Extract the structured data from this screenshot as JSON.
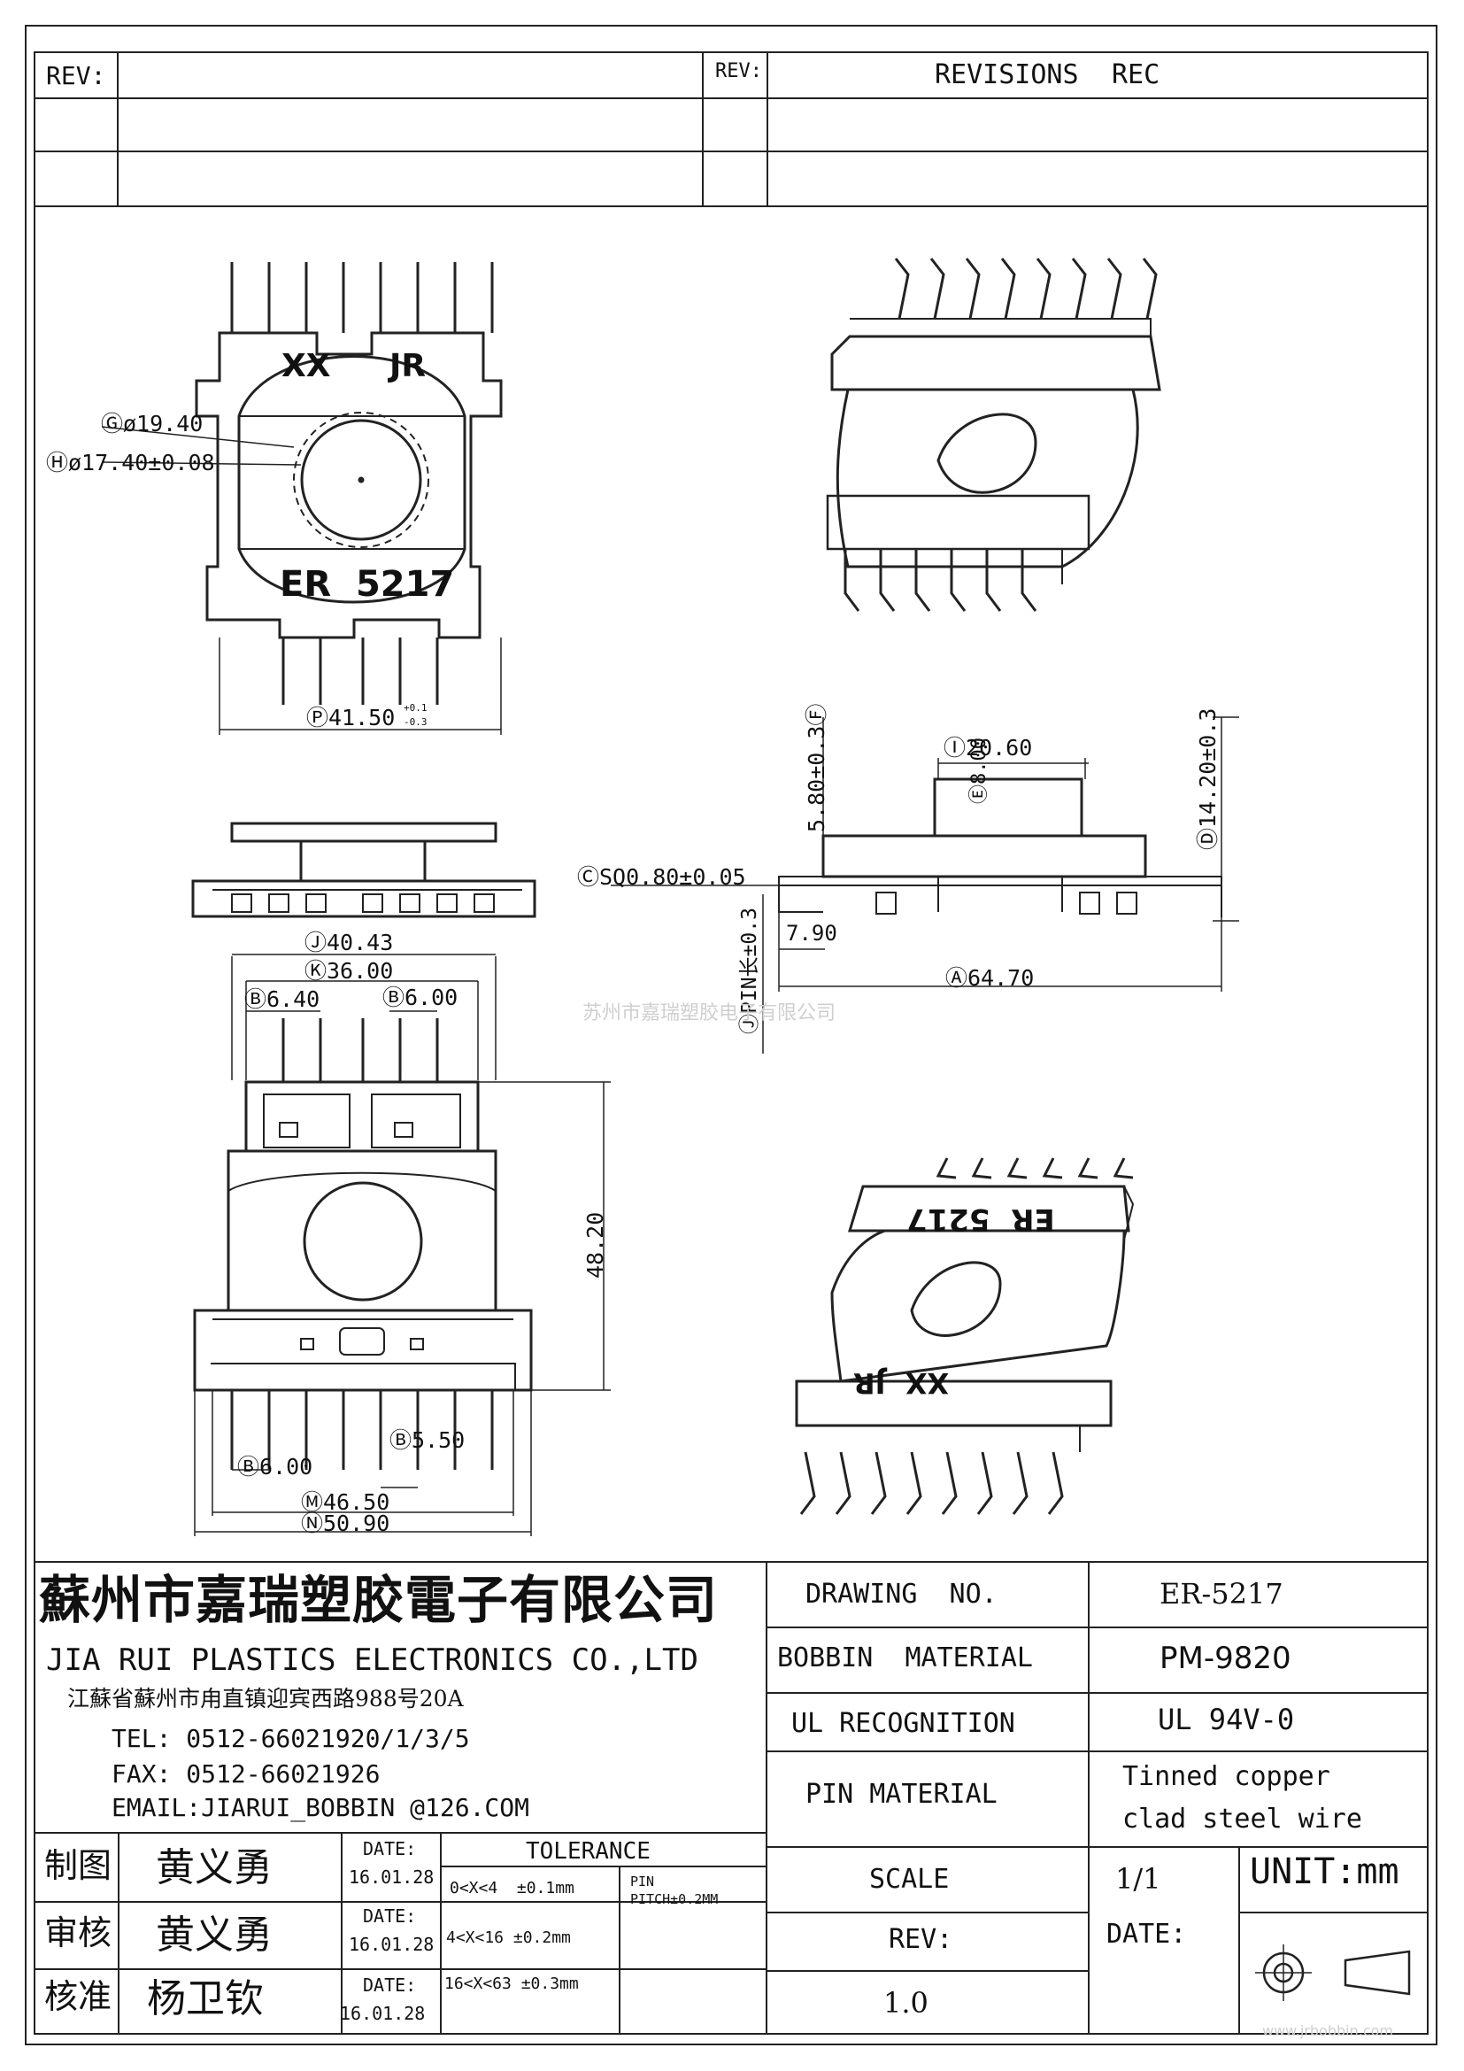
{
  "header": {
    "rev_label_left": "REV:",
    "rev_label_right": "REV:",
    "revisions_label": "REVISIONS",
    "rec_label": "REC"
  },
  "dims": {
    "g": "Ⓖø19.40",
    "h": "Ⓗø17.40±0.08",
    "p": "Ⓟ41.50",
    "p_tol_plus": "+0.1",
    "p_tol_minus": "-0.3",
    "c_sq": "ⒸSQ0.80±0.05",
    "i": "Ⓘ20.60",
    "e": "Ⓔ8.00",
    "f": "5.80±0.3Ⓕ",
    "d": "Ⓓ14.20±0.3",
    "a": "Ⓐ64.70",
    "x790": "7.90",
    "pin": "ⒿPIN长±0.3",
    "j": "Ⓙ40.43",
    "k": "Ⓚ36.00",
    "b1": "Ⓑ6.40",
    "b2": "Ⓑ6.00",
    "h48": "48.20",
    "b3": "Ⓑ6.00",
    "b4": "Ⓑ5.50",
    "m": "Ⓜ46.50",
    "n": "Ⓝ50.90"
  },
  "labels": {
    "xx": "XX",
    "jr": "JR",
    "er5217": "ER  5217",
    "er5217_flip": "ER  5217",
    "xx_jr_flip": "XX  JR"
  },
  "watermark": {
    "small": "苏州市嘉瑞塑胶电子有限公司",
    "bottom_right": "www.jrbobbin.com"
  },
  "company": {
    "name_cn": "蘇州市嘉瑞塑胶電子有限公司",
    "name_en": "JIA RUI PLASTICS ELECTRONICS CO.,LTD",
    "address": "江蘇省蘇州市甪直镇迎宾西路988号20A",
    "tel": "TEL: 0512-66021920/1/3/5",
    "fax": "FAX: 0512-66021926",
    "email": "EMAIL:JIARUI_BOBBIN @126.COM"
  },
  "spec": {
    "drawing_no_label": "DRAWING  NO.",
    "drawing_no": "ER-5217",
    "bobbin_material_label": "BOBBIN  MATERIAL",
    "bobbin_material": "PM-9820",
    "ul_label": "UL RECOGNITION",
    "ul_value": "UL 94V-0",
    "pin_material_label": "PIN MATERIAL",
    "pin_material_1": "Tinned copper",
    "pin_material_2": "clad steel wire",
    "scale_label": "SCALE",
    "scale_value": "1/1",
    "unit": "UNIT:mm",
    "rev_label": "REV:",
    "rev_value": "1.0",
    "date_label": "DATE:"
  },
  "signoff": {
    "rows": [
      {
        "role": "制图",
        "name": "黄义勇",
        "date_label": "DATE:",
        "date": "16.01.28"
      },
      {
        "role": "审核",
        "name": "黄义勇",
        "date_label": "DATE:",
        "date": "16.01.28"
      },
      {
        "role": "核准",
        "name": "杨卫钦",
        "date_label": "DATE:",
        "date": "16.01.28"
      }
    ],
    "tolerance_label": "TOLERANCE",
    "tol_1": "0<X<4  ±0.1mm",
    "tol_2": "4<X<16 ±0.2mm",
    "tol_3": "16<X<63 ±0.3mm",
    "pin_label": "PIN",
    "pitch_label": "PITCH±0.2MM"
  }
}
